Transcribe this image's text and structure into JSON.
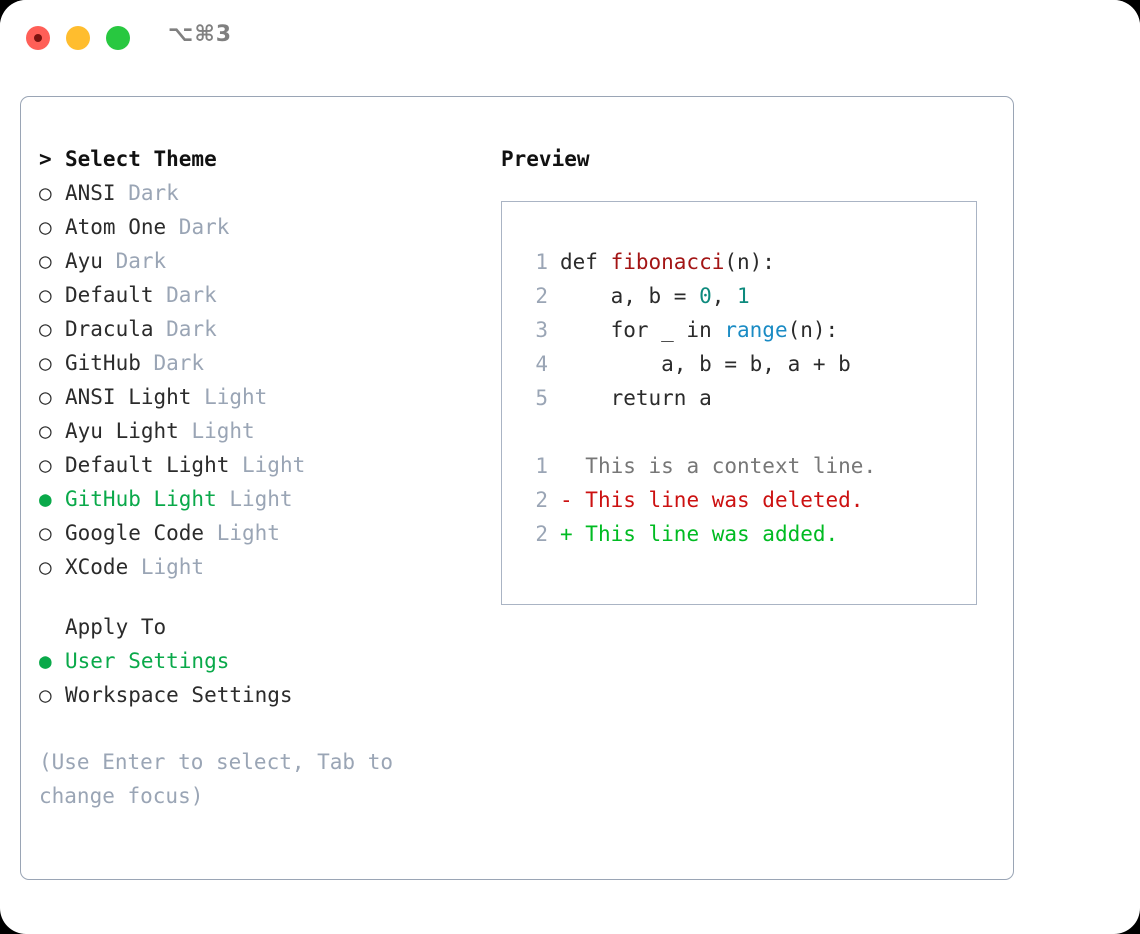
{
  "titlebar": {
    "shortcut": "⌥⌘3",
    "dots": [
      "close-red",
      "minimize-yellow",
      "zoom-green"
    ]
  },
  "theme_picker": {
    "heading_prefix": ">",
    "heading": "Select Theme",
    "bullet_unselected": "○",
    "bullet_selected": "●",
    "items": [
      {
        "name": "ANSI",
        "variant": "Dark",
        "selected": false
      },
      {
        "name": "Atom One",
        "variant": "Dark",
        "selected": false
      },
      {
        "name": "Ayu",
        "variant": "Dark",
        "selected": false
      },
      {
        "name": "Default",
        "variant": "Dark",
        "selected": false
      },
      {
        "name": "Dracula",
        "variant": "Dark",
        "selected": false
      },
      {
        "name": "GitHub",
        "variant": "Dark",
        "selected": false
      },
      {
        "name": "ANSI Light",
        "variant": "Light",
        "selected": false
      },
      {
        "name": "Ayu Light",
        "variant": "Light",
        "selected": false
      },
      {
        "name": "Default Light",
        "variant": "Light",
        "selected": false
      },
      {
        "name": "GitHub Light",
        "variant": "Light",
        "selected": true
      },
      {
        "name": "Google Code",
        "variant": "Light",
        "selected": false
      },
      {
        "name": "XCode",
        "variant": "Light",
        "selected": false
      }
    ]
  },
  "apply_to": {
    "heading": "Apply To",
    "options": [
      {
        "name": "User Settings",
        "selected": true
      },
      {
        "name": "Workspace Settings",
        "selected": false
      }
    ]
  },
  "hint": "(Use Enter to select, Tab to change focus)",
  "preview": {
    "title": "Preview",
    "code_lines": [
      {
        "num": "1",
        "tokens": [
          {
            "text": "def ",
            "kind": "plain"
          },
          {
            "text": "fibonacci",
            "kind": "fn"
          },
          {
            "text": "(n):",
            "kind": "plain"
          }
        ]
      },
      {
        "num": "2",
        "tokens": [
          {
            "text": "    a, b = ",
            "kind": "plain"
          },
          {
            "text": "0",
            "kind": "num"
          },
          {
            "text": ", ",
            "kind": "plain"
          },
          {
            "text": "1",
            "kind": "num"
          }
        ]
      },
      {
        "num": "3",
        "tokens": [
          {
            "text": "    for _ in ",
            "kind": "plain"
          },
          {
            "text": "range",
            "kind": "builtin"
          },
          {
            "text": "(n):",
            "kind": "plain"
          }
        ]
      },
      {
        "num": "4",
        "tokens": [
          {
            "text": "        a, b = b, a + b",
            "kind": "plain"
          }
        ]
      },
      {
        "num": "5",
        "tokens": [
          {
            "text": "    return a",
            "kind": "plain"
          }
        ]
      }
    ],
    "diff_lines": [
      {
        "num": "1",
        "marker": " ",
        "text": " This is a context line.",
        "kind": "ctx"
      },
      {
        "num": "2",
        "marker": "-",
        "text": " This line was deleted.",
        "kind": "del"
      },
      {
        "num": "2",
        "marker": "+",
        "text": " This line was added.",
        "kind": "add"
      }
    ]
  },
  "colors": {
    "selected_green": "#0aa94a",
    "muted": "#9aa5b5",
    "border": "#9aa5b5",
    "fn_red": "#a31515",
    "number_teal": "#0d8a7d",
    "builtin_blue": "#1a8bc4",
    "diff_deleted": "#cc1111",
    "diff_added": "#00bb22"
  }
}
